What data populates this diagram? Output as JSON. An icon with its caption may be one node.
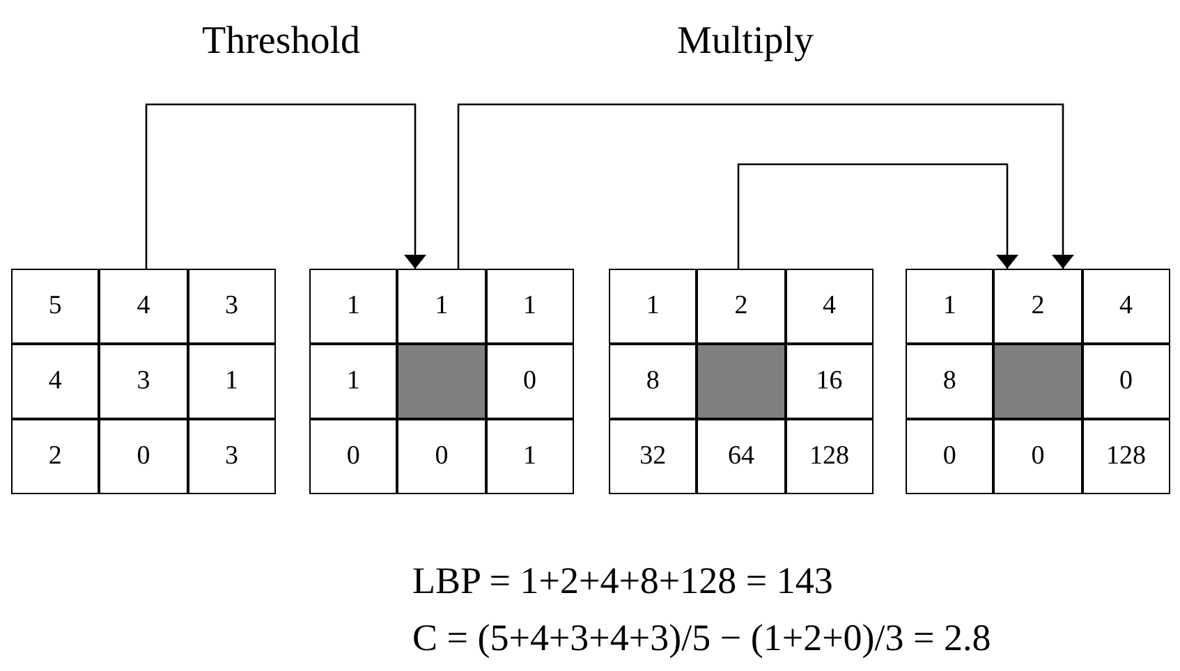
{
  "diagram": {
    "nodes": [
      {
        "text": [
          "5",
          "4",
          "3",
          "4",
          "3",
          "1",
          "2",
          "0",
          "3"
        ]
      },
      {
        "text": [
          "1",
          "1",
          "1",
          "1",
          "0",
          "0",
          "0",
          "1"
        ]
      },
      {
        "text": [
          "1",
          "2",
          "4",
          "8",
          "16",
          "32",
          "64",
          "128"
        ]
      },
      {
        "text": [
          "1",
          "2",
          "4",
          "8",
          "0",
          "0",
          "0",
          "128"
        ]
      }
    ],
    "edges": [
      {
        "from": 0,
        "to": 1,
        "arrow": "to"
      },
      {
        "from": 1,
        "to": 3,
        "arrow": "to"
      },
      {
        "from": 2,
        "to": 3,
        "arrow": "to"
      }
    ],
    "labels": [
      "Threshold",
      "Multiply",
      "LBP = 1+2+4+8+128 = 143",
      "C = (5+4+3+4+3)/5 − (1+2+0)/3 = 2.8"
    ]
  }
}
